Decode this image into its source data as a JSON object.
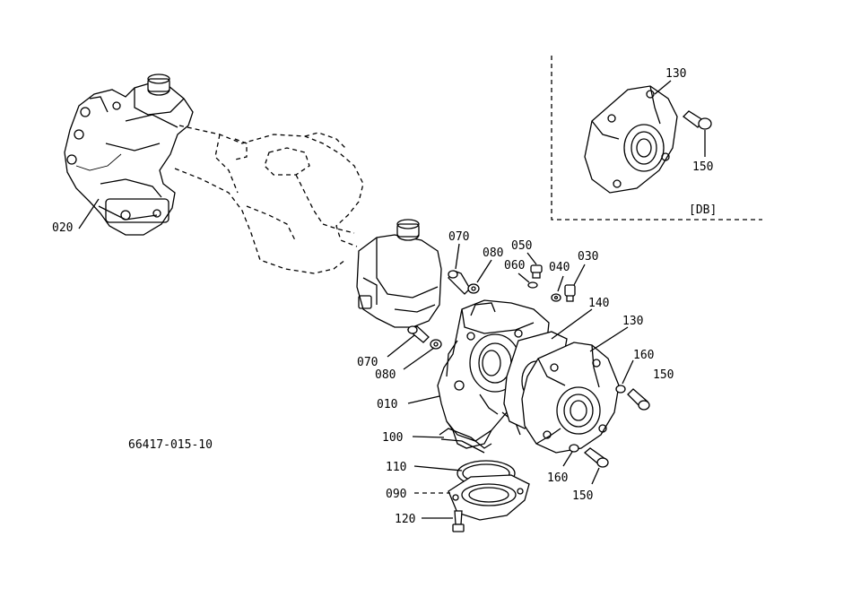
{
  "diagram": {
    "figure_code": "66417-015-10",
    "inset_label": "[DB]",
    "callouts": {
      "p020": "020",
      "p070a": "070",
      "p080a": "080",
      "p050": "050",
      "p060": "060",
      "p040": "040",
      "p030": "030",
      "p140": "140",
      "p130": "130",
      "p160a": "160",
      "p150a": "150",
      "p070b": "070",
      "p080b": "080",
      "p010": "010",
      "p100": "100",
      "p110": "110",
      "p090": "090",
      "p120": "120",
      "p160b": "160",
      "p150b": "150",
      "inset130": "130",
      "inset150": "150"
    }
  }
}
